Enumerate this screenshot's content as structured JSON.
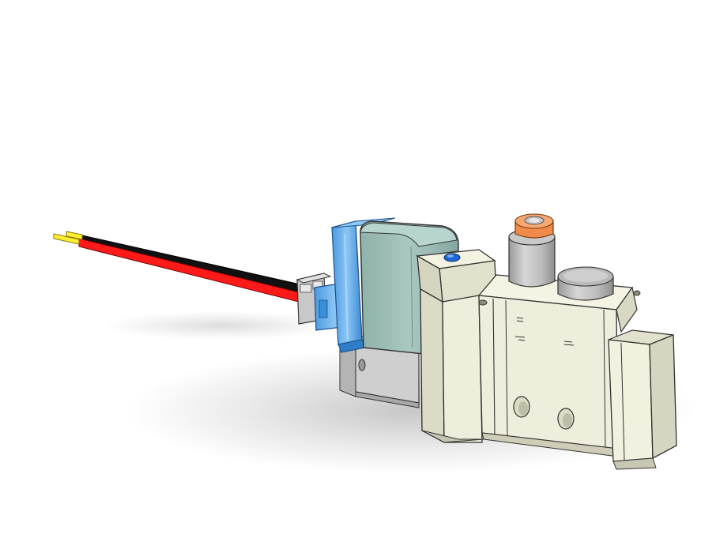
{
  "scene": {
    "subject": "solenoid valve",
    "background_color": "#ffffff"
  },
  "colors": {
    "body_main": "#f1f0de",
    "body_shade": "#dcdbc6",
    "body_dark": "#c6c5b0",
    "coil_housing": "#9fbfb8",
    "coil_housing_dark": "#7e9f98",
    "connector_blue": "#5aa8e8",
    "connector_blue_dark": "#2f7fc8",
    "base_gray": "#c9c9c9",
    "fitting_gray": "#bdbdbd",
    "collet_orange": "#f08a4a",
    "wire_red": "#ff1a1a",
    "wire_black": "#111111",
    "wire_tip_yellow": "#ffee33",
    "indicator_blue": "#1d66d6",
    "outline": "#222222"
  },
  "parts": [
    "lead-wires",
    "plug-connector",
    "solenoid-coil",
    "valve-body",
    "one-touch-fitting",
    "end-plug",
    "end-plate",
    "base-block"
  ]
}
